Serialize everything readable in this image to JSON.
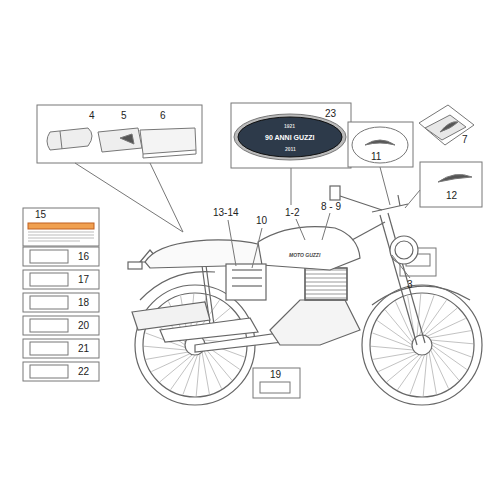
{
  "diagram": {
    "labels": [
      "4",
      "5",
      "6",
      "23",
      "90 ANNI GUZZI",
      "1921",
      "2011",
      "11",
      "7",
      "12",
      "15",
      "16",
      "17",
      "18",
      "20",
      "21",
      "22",
      "19",
      "13-14",
      "10",
      "1-2",
      "8 - 9",
      "MOTO GUZZI",
      "3"
    ]
  }
}
